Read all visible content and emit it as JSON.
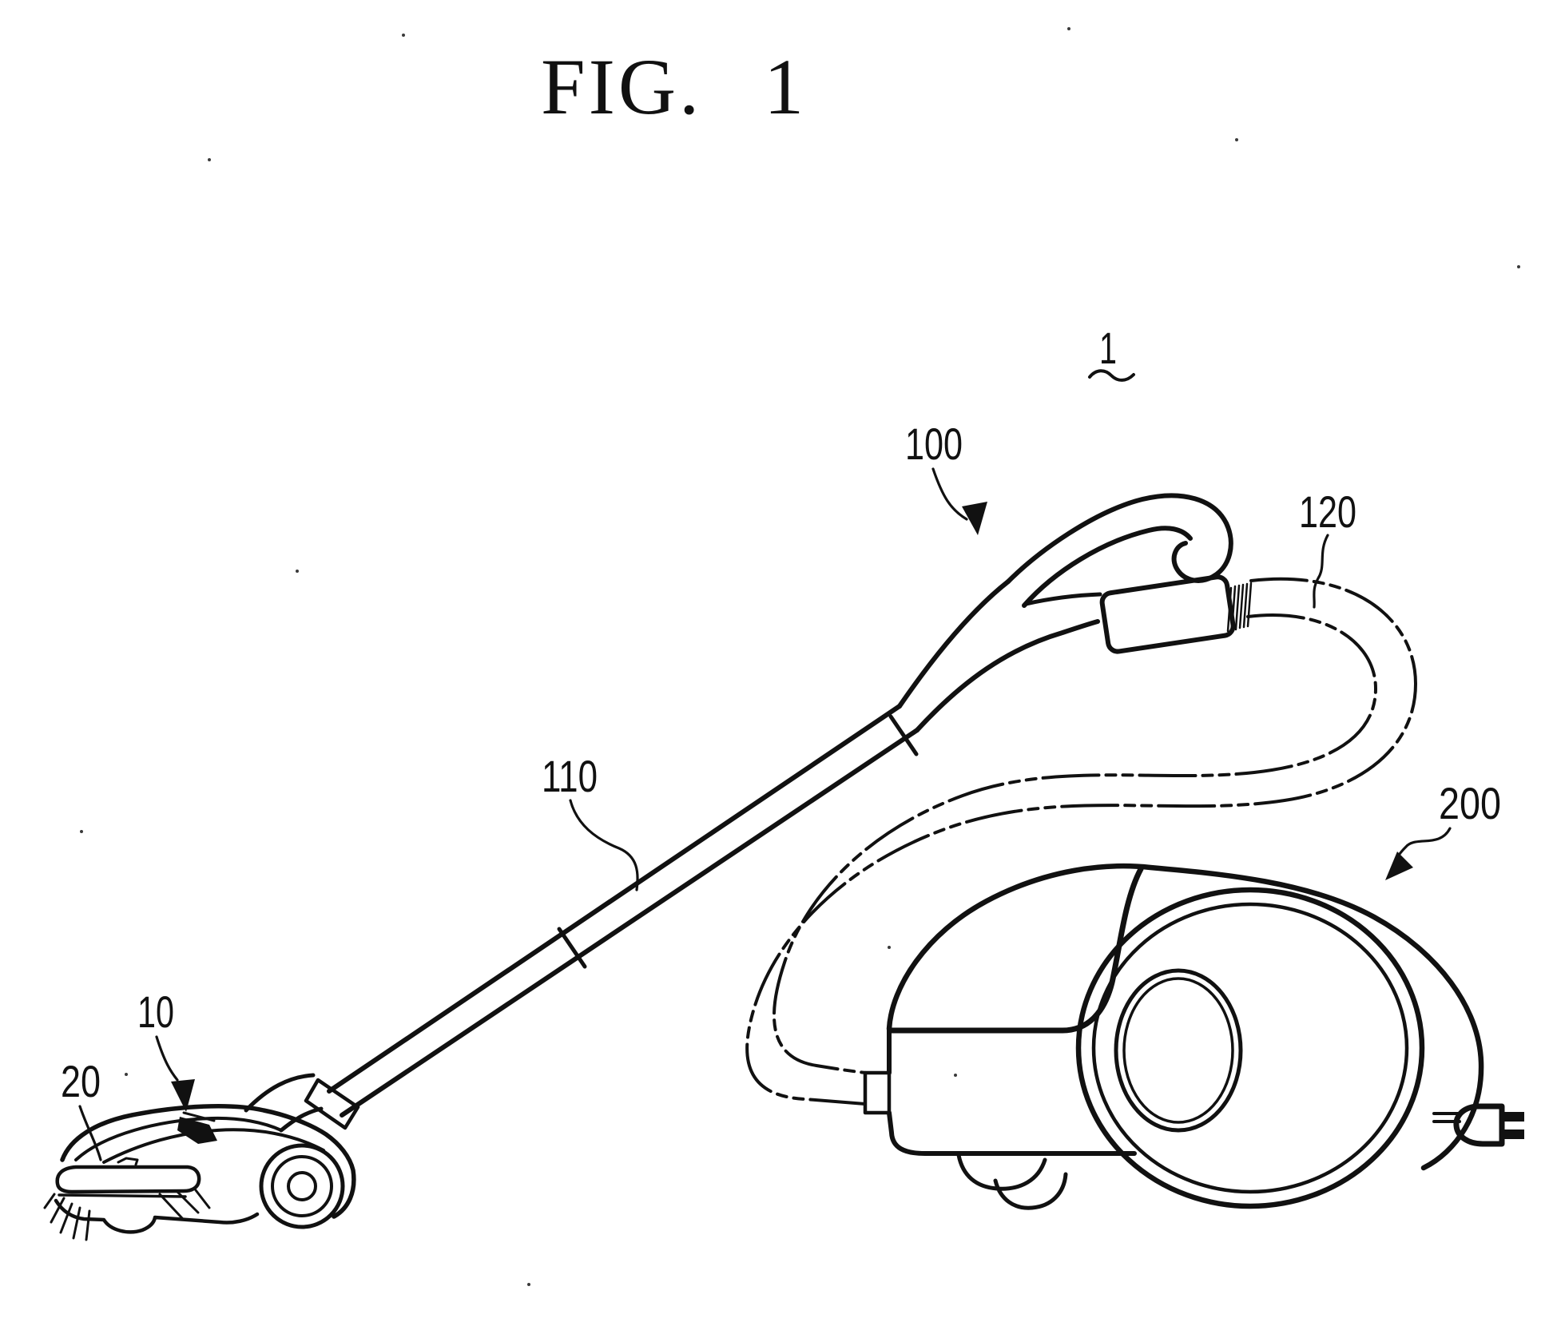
{
  "title": "FIG. 1",
  "labels": {
    "ref1": "1",
    "ref10": "10",
    "ref20": "20",
    "ref100": "100",
    "ref110": "110",
    "ref120": "120",
    "ref200": "200"
  },
  "style": {
    "ink_color": "#111111",
    "background_color": "#ffffff"
  }
}
